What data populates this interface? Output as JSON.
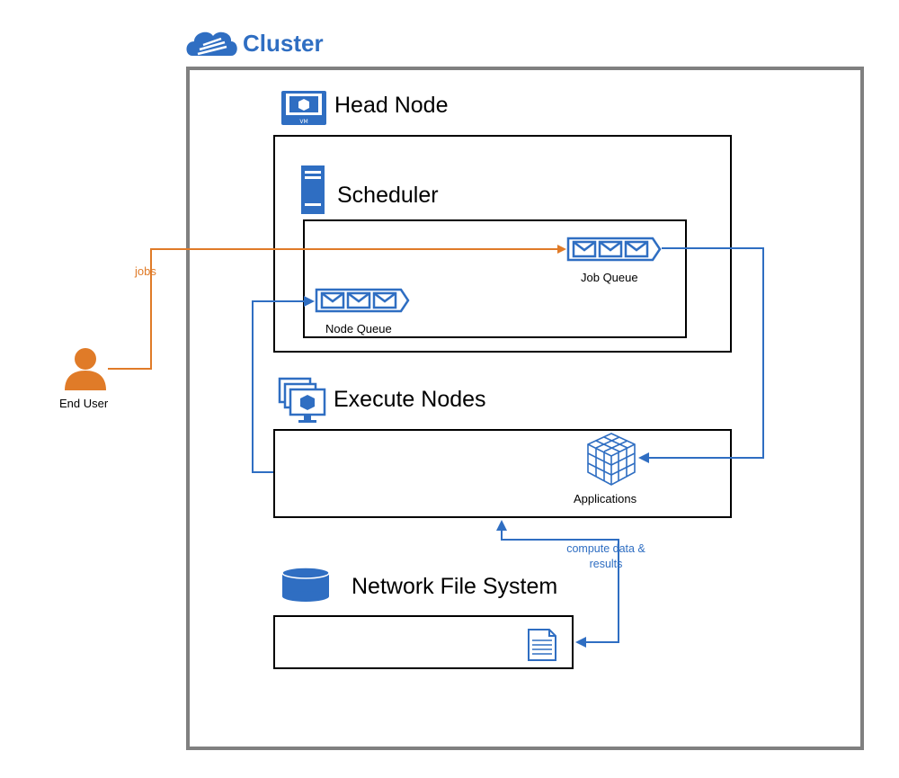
{
  "diagram": {
    "cluster_title": "Cluster",
    "head_node_title": "Head Node",
    "scheduler_title": "Scheduler",
    "job_queue_label": "Job Queue",
    "node_queue_label": "Node Queue",
    "execute_nodes_title": "Execute Nodes",
    "applications_label": "Applications",
    "nfs_title": "Network File System",
    "end_user_label": "End User",
    "jobs_label": "jobs",
    "compute_label": "compute data & results"
  },
  "colors": {
    "blue": "#2f6ec2",
    "orange": "#e07b28",
    "frame_gray": "#808080"
  },
  "icons": {
    "cluster": "cloud-arrows-icon",
    "head_node": "vm-monitor-icon",
    "scheduler": "server-tower-icon",
    "queue": "message-queue-icon",
    "execute_nodes": "stacked-vm-icon",
    "applications": "cube-grid-icon",
    "nfs": "database-icon",
    "file": "document-icon",
    "end_user": "user-icon"
  }
}
